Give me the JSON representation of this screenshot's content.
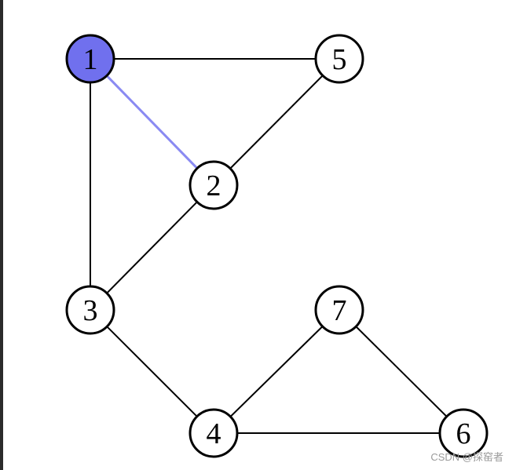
{
  "graph": {
    "nodes": [
      {
        "id": "1",
        "label": "1",
        "highlighted": true
      },
      {
        "id": "2",
        "label": "2",
        "highlighted": false
      },
      {
        "id": "3",
        "label": "3",
        "highlighted": false
      },
      {
        "id": "4",
        "label": "4",
        "highlighted": false
      },
      {
        "id": "5",
        "label": "5",
        "highlighted": false
      },
      {
        "id": "6",
        "label": "6",
        "highlighted": false
      },
      {
        "id": "7",
        "label": "7",
        "highlighted": false
      }
    ],
    "edges": [
      {
        "from": "1",
        "to": "5",
        "highlighted": false
      },
      {
        "from": "1",
        "to": "2",
        "highlighted": true
      },
      {
        "from": "1",
        "to": "3",
        "highlighted": false
      },
      {
        "from": "5",
        "to": "2",
        "highlighted": false
      },
      {
        "from": "2",
        "to": "3",
        "highlighted": false
      },
      {
        "from": "3",
        "to": "4",
        "highlighted": false
      },
      {
        "from": "4",
        "to": "7",
        "highlighted": false
      },
      {
        "from": "4",
        "to": "6",
        "highlighted": false
      },
      {
        "from": "7",
        "to": "6",
        "highlighted": false
      }
    ]
  },
  "colors": {
    "highlight_fill": "#7070ee",
    "highlight_edge": "#8a8af2",
    "edge": "#000000",
    "node_stroke": "#000000",
    "node_fill": "#ffffff"
  },
  "watermark": "CSDN @探窑者"
}
